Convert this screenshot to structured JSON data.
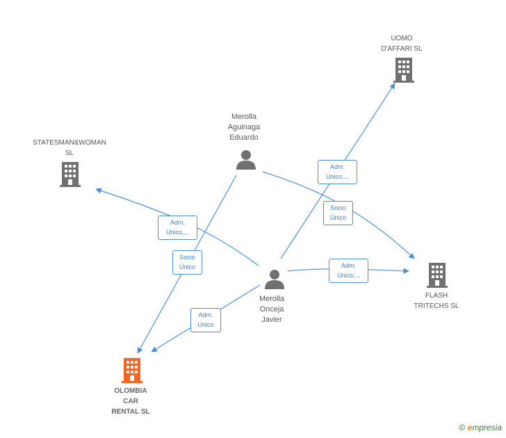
{
  "nodes": {
    "uomo": {
      "label": "UOMO\nD'AFFARI SL",
      "type": "company",
      "color": "#707070"
    },
    "statesman": {
      "label": "STATESMAN&WOMAN\nSL",
      "type": "company",
      "color": "#707070"
    },
    "flash": {
      "label": "FLASH\nTRITECHS SL",
      "type": "company",
      "color": "#707070"
    },
    "olombia": {
      "label": "OLOMBIA\nCAR\nRENTAL SL",
      "type": "company",
      "color": "#f26522"
    },
    "eduardo": {
      "label": "Merolla\nAguinaga\nEduardo",
      "type": "person",
      "color": "#707070"
    },
    "javier": {
      "label": "Merolla\nOnceja\nJavier",
      "type": "person",
      "color": "#707070"
    }
  },
  "edges": {
    "javier_uomo": {
      "label": "Adm.\nUnico,..."
    },
    "eduardo_flash": {
      "label": "Socio\nÚnico"
    },
    "javier_statesman": {
      "label": "Adm.\nUnico,..."
    },
    "eduardo_olombia": {
      "label": "Socio\nÚnico"
    },
    "javier_flash": {
      "label": "Adm.\nUnico,..."
    },
    "javier_olombia": {
      "label": "Adm.\nUnico"
    }
  },
  "edge_color": "#4a8fd6",
  "footer": {
    "copyright_symbol": "©",
    "brand_initial": "e",
    "brand_rest": "mpresia"
  }
}
